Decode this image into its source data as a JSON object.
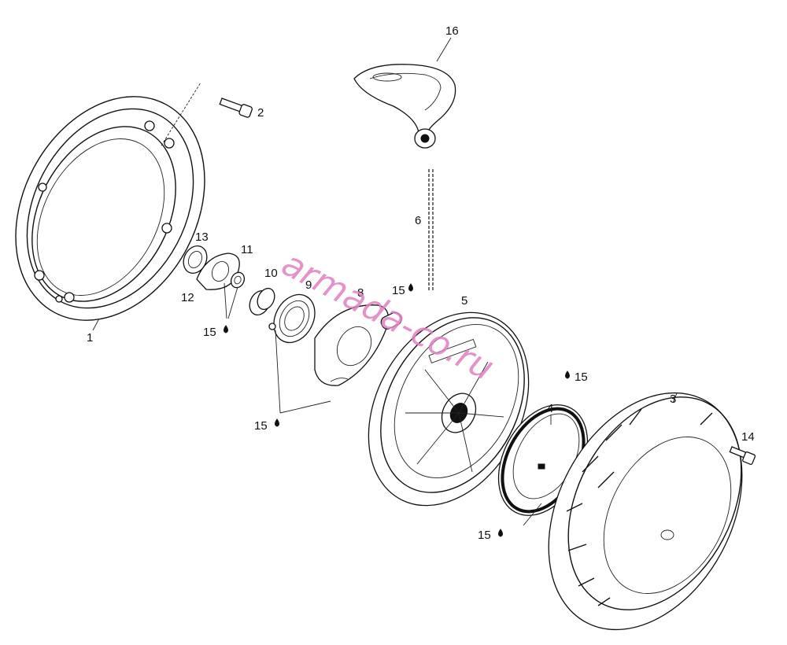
{
  "callouts": {
    "p1": "1",
    "p2": "2",
    "p3": "3",
    "p4": "4",
    "p5": "5",
    "p6": "6",
    "p8": "8",
    "p9": "9",
    "p10": "10",
    "p11": "11",
    "p12": "12",
    "p13": "13",
    "p14": "14",
    "p16": "16",
    "p15a": "15",
    "p15b": "15",
    "p15c": "15",
    "p15d": "15",
    "p15e": "15"
  },
  "watermark": "armada-co.ru",
  "colors": {
    "ink": "#111111",
    "watermark": "#e080c0",
    "background": "#ffffff"
  },
  "icons": {
    "grease": "oil-drop-icon"
  }
}
